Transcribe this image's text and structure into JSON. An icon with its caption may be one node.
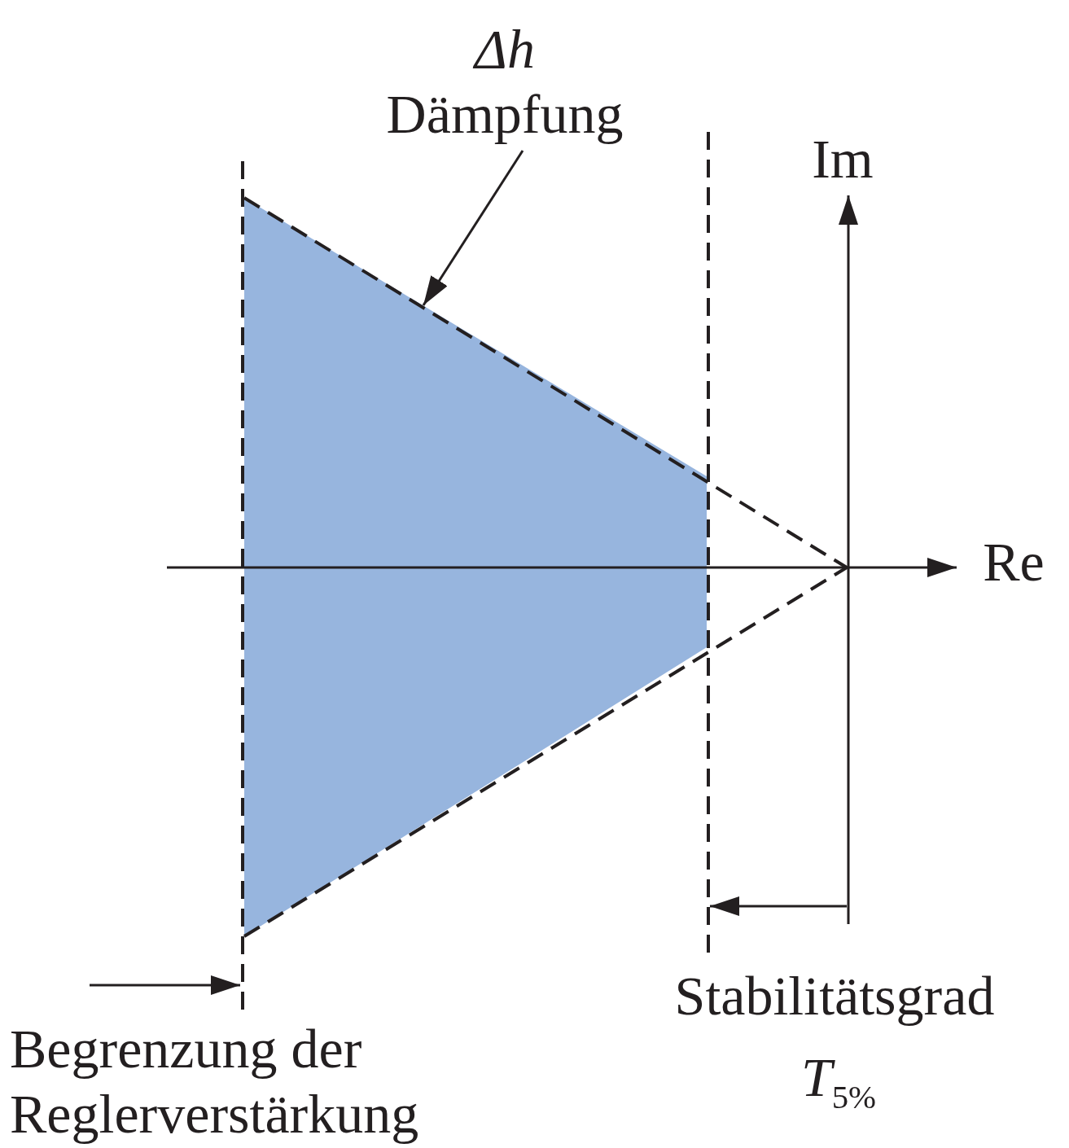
{
  "diagram": {
    "nodes": [
      {
        "text": [
          "Δh",
          "Dämpfung"
        ]
      },
      {
        "text": [],
        "shape": "trapezoid"
      }
    ],
    "edges": [
      {
        "from": 0,
        "to": 1,
        "arrow": "to"
      }
    ],
    "labels": [
      "Im",
      "Re",
      "Begrenzung der Reglerverstärkung",
      "Stabilitätsgrad",
      "*T*$_{5%}$"
    ]
  }
}
